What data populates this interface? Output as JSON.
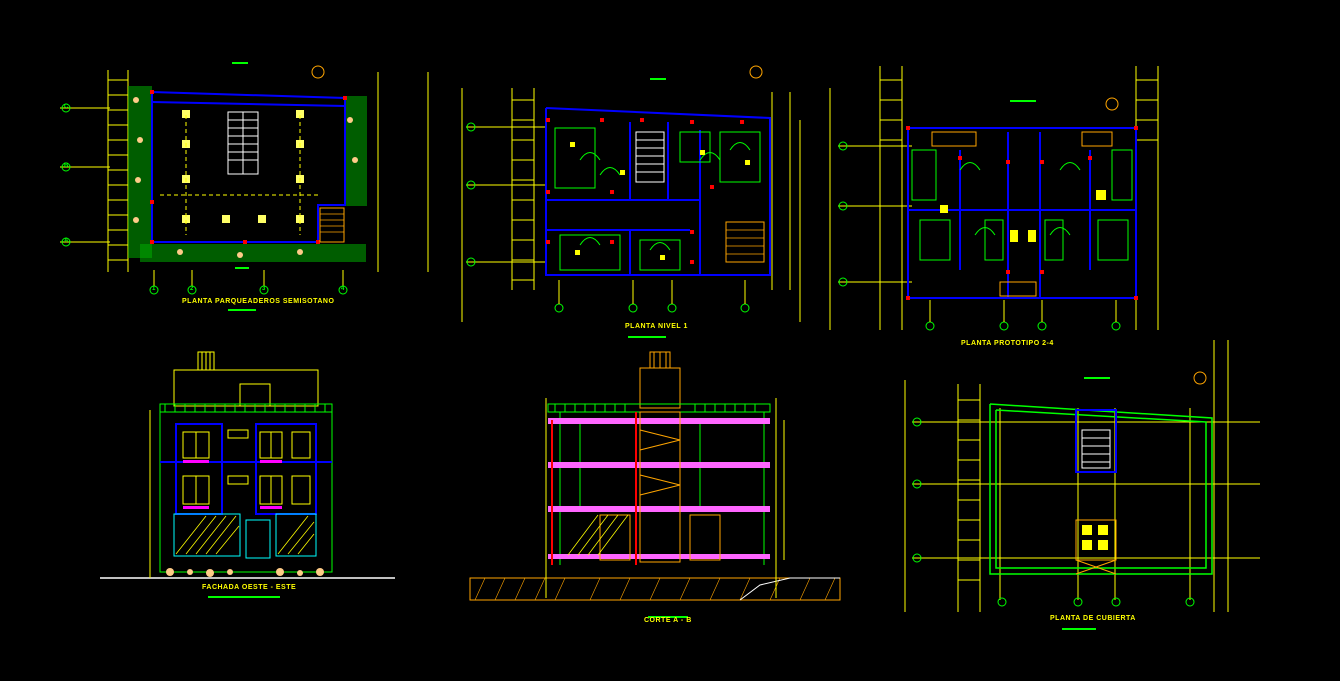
{
  "drawing_titles": {
    "parking_plan": "PLANTA PARQUEADEROS SEMISOTANO",
    "level1_plan": "PLANTA NIVEL 1",
    "typical_plan": "PLANTA PROTOTIPO 2-4",
    "front_facade": "FACHADA OESTE - ESTE",
    "section": "CORTE A - B",
    "roof_plan": "PLANTA DE CUBIERTA"
  },
  "axis_labels": {
    "columns": [
      "1",
      "2",
      "3",
      "4"
    ],
    "rows": [
      "A",
      "B",
      "C"
    ]
  },
  "colors": {
    "background": "#000000",
    "walls": "#0000ff",
    "hatch": "#00ff00",
    "axis": "#ffff00",
    "columns": "#ff0000",
    "slab": "#ff00ff",
    "outline": "#00ffff",
    "white": "#ffffff",
    "orange": "#ffa500"
  }
}
